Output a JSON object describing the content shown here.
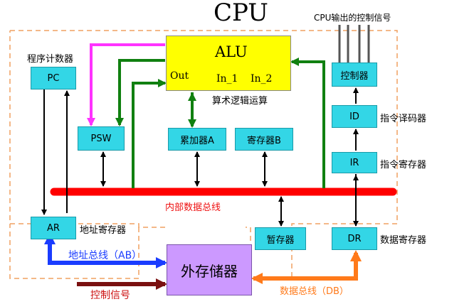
{
  "title": "CPU",
  "alu": {
    "name": "ALU",
    "out": "Out",
    "in1": "In_1",
    "in2": "In_2",
    "caption": "算术逻辑运算"
  },
  "labels": {
    "pc_caption": "程序计数器",
    "ctrl_out": "CPU输出的控制信号",
    "id_caption": "指令译码器",
    "ir_caption": "指令寄存器",
    "ar_caption": "地址寄存器",
    "dr_caption": "数据寄存器",
    "bus_caption": "内部数据总线",
    "addr_bus": "地址总线（AB）",
    "ctrl_sig": "控制信号",
    "data_bus": "数据总线（DB）"
  },
  "boxes": {
    "pc": "PC",
    "psw": "PSW",
    "acc": "累加器A",
    "regb": "寄存器B",
    "controller": "控制器",
    "id": "ID",
    "ir": "IR",
    "ar": "AR",
    "temp": "暂存器",
    "dr": "DR",
    "memory": "外存储器"
  },
  "colors": {
    "alu": "#ffff00",
    "box": "#33d6e6",
    "memory": "#cc99ff",
    "bus": "#ff0000",
    "green": "#108010",
    "magenta": "#ff33ff",
    "blue": "#1a3cff",
    "orange": "#ff7a1a",
    "darkred": "#7a1010"
  }
}
